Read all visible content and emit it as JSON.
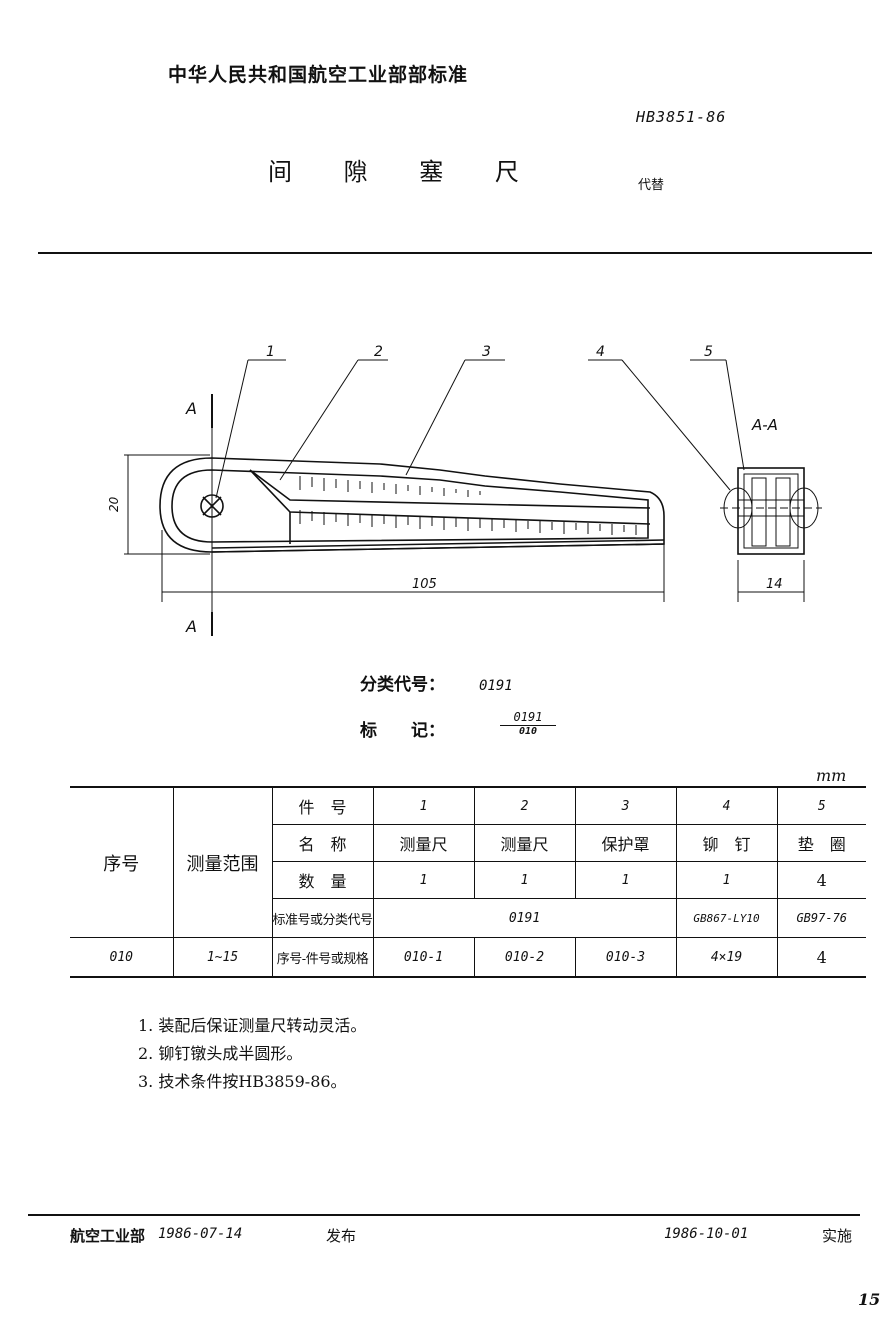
{
  "header": {
    "organization": "中华人民共和国航空工业部部标准",
    "standard_no": "HB3851-86",
    "title": "间 隙 塞 尺",
    "replaces": "代替"
  },
  "drawing": {
    "callouts": [
      "1",
      "2",
      "3",
      "4",
      "5"
    ],
    "section_marks": [
      "A",
      "A"
    ],
    "section_label": "A-A",
    "dim_height": "20",
    "dim_length": "105",
    "dim_width": "14"
  },
  "classification": {
    "label": "分类代号：",
    "value": "0191"
  },
  "marking": {
    "label": "标　　记：",
    "numerator": "0191",
    "denominator": "010"
  },
  "unit": "mm",
  "table": {
    "left_headers": [
      "序号",
      "测量范围"
    ],
    "row_labels": [
      "件　号",
      "名　称",
      "数　量",
      "标准号或分类代号",
      "序号-件号或规格"
    ],
    "part_numbers": [
      "1",
      "2",
      "3",
      "4",
      "5"
    ],
    "names": [
      "测量尺",
      "测量尺",
      "保护罩",
      "铆　钉",
      "垫　圈"
    ],
    "quantities": [
      "1",
      "1",
      "1",
      "1",
      "4"
    ],
    "standard_codes": [
      "0191",
      "GB867-LY10",
      "GB97-76"
    ],
    "data_row": {
      "seq": "010",
      "range": "1~15",
      "specs": [
        "010-1",
        "010-2",
        "010-3",
        "4×19",
        "4"
      ]
    }
  },
  "notes": [
    "1. 装配后保证测量尺转动灵活。",
    "2. 铆钉镦头成半圆形。",
    "3. 技术条件按HB3859-86。"
  ],
  "footer": {
    "issuer": "航空工业部",
    "issue_date": "1986-07-14",
    "issue_label": "发布",
    "effective_date": "1986-10-01",
    "effective_label": "实施"
  },
  "page_number": "15"
}
